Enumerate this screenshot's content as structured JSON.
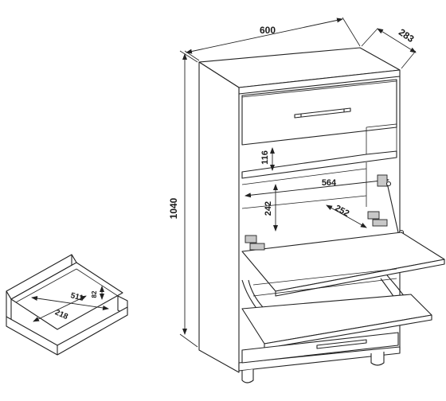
{
  "dimensions": {
    "width": "600",
    "depth": "283",
    "height": "1040",
    "shelf_gap": "116",
    "inner_width": "564",
    "compartment_height": "242",
    "flap_depth": "252",
    "tray_width": "511",
    "tray_depth": "218",
    "tray_height": "82"
  },
  "colors": {
    "line": "#222222",
    "background": "#ffffff",
    "hardware": "#c8c8c8"
  },
  "parts": [
    "shoe-cabinet",
    "top-drawer",
    "open-shelf",
    "tilt-flap-upper",
    "tilt-flap-lower",
    "small-drawer",
    "feet",
    "drawer-tray-detail"
  ]
}
